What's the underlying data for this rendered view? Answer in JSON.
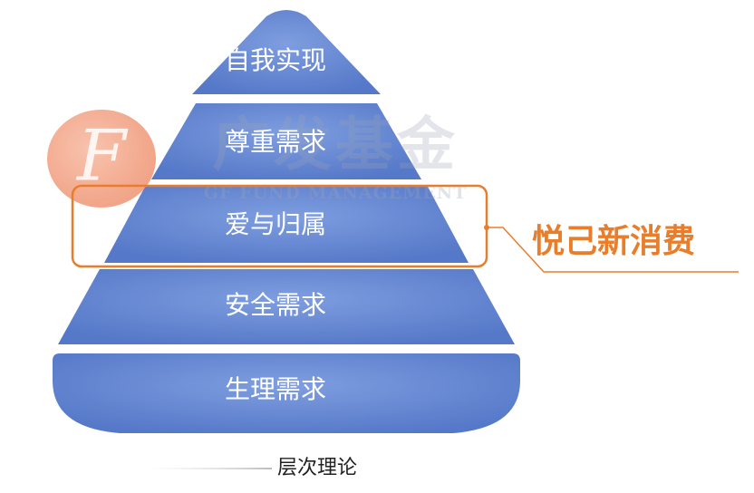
{
  "pyramid": {
    "tiers": [
      {
        "label": "自我实现"
      },
      {
        "label": "尊重需求"
      },
      {
        "label": "爱与归属"
      },
      {
        "label": "安全需求"
      },
      {
        "label": "生理需求"
      }
    ],
    "tier_color": "#5b80cf",
    "tier_color_light": "#86a3e0"
  },
  "watermark": {
    "logo_letter": "F",
    "cn": "广发基金",
    "en": "GF FUND MANAGEMENT"
  },
  "callout": {
    "text": "悦己新消费",
    "color": "#e87e2c"
  },
  "caption": "层次理论"
}
